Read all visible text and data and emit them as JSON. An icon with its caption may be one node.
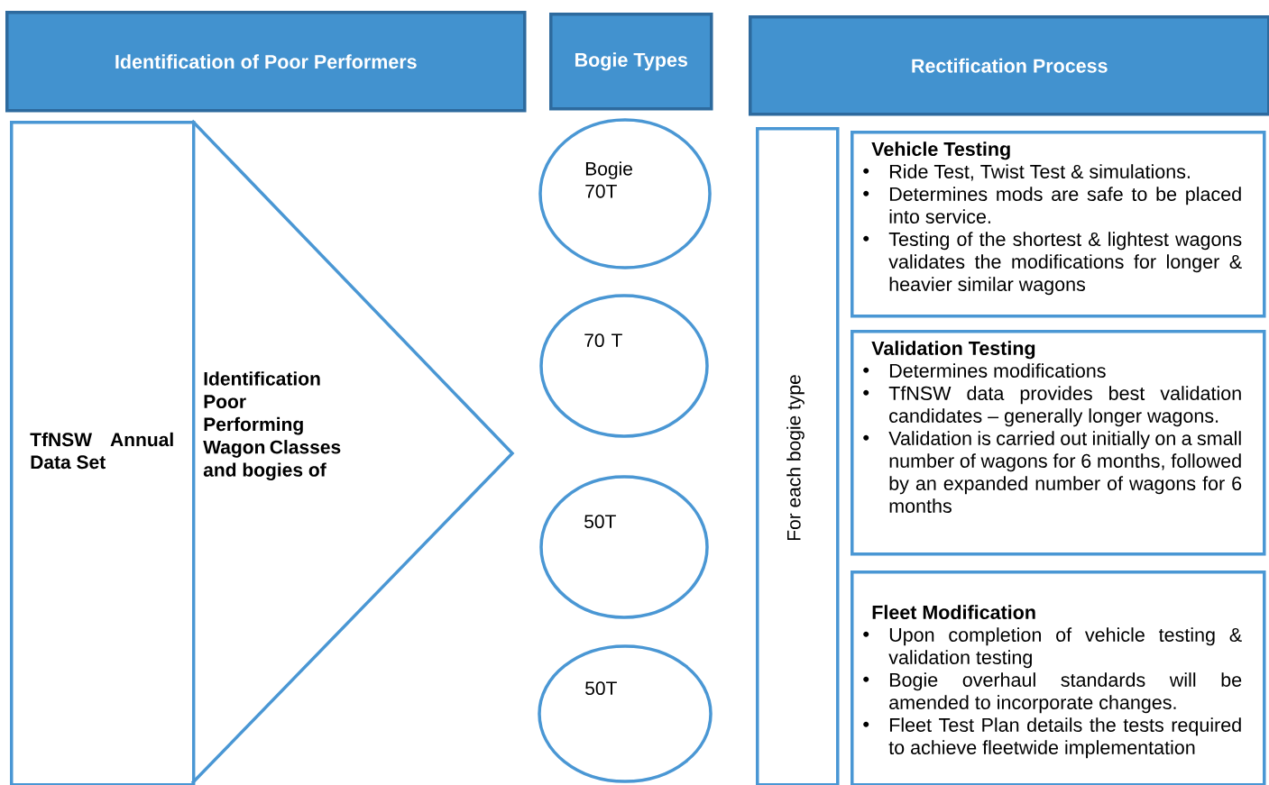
{
  "diagram": {
    "nodes": [
      {
        "text": [
          "Identification of Poor Performers"
        ]
      },
      {
        "text": [
          "Bogie Types"
        ]
      },
      {
        "text": [
          "Rectification Process"
        ]
      },
      {
        "text": [
          "TfNSW Annual Data Set"
        ]
      },
      {
        "text": [
          "Identification Poor Performing Wagon Classes and bogies of"
        ]
      },
      {
        "text": [
          "Bogie 70T"
        ]
      },
      {
        "text": [
          "70 T"
        ]
      },
      {
        "text": [
          "50T"
        ]
      },
      {
        "text": [
          "50T"
        ]
      },
      {
        "text": [
          "For each bogie type"
        ]
      },
      {
        "text": [
          "Vehicle Testing",
          "Ride Test, Twist Test & simulations.",
          "Determines mods are safe to be placed into service.",
          "Testing of the shortest & lightest wagons validates the modifications for longer & heavier similar wagons"
        ]
      },
      {
        "text": [
          "Validation Testing",
          "Determines modifications",
          "TfNSW data provides best validation candidates – generally longer wagons.",
          "Validation is carried out initially on a small number of wagons for 6 months, followed by an expanded number of wagons for 6 months"
        ]
      },
      {
        "text": [
          "Fleet Modification",
          "Upon completion of vehicle testing & validation testing",
          "Bogie overhaul standards will be amended to incorporate changes.",
          "Fleet Test Plan details the tests required to achieve fleetwide implementation"
        ]
      }
    ],
    "edges": []
  }
}
